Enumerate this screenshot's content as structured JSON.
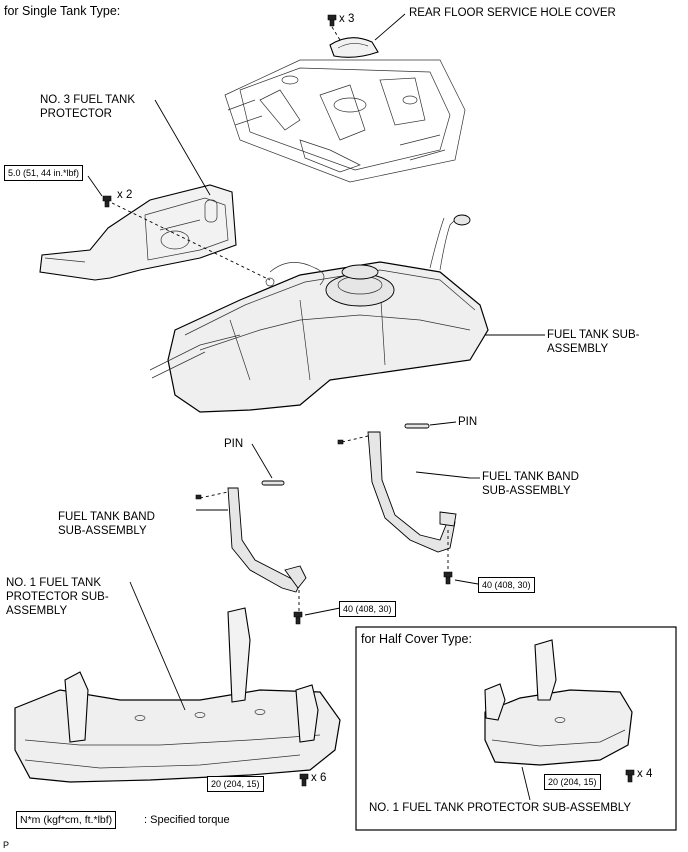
{
  "headings": {
    "single_tank": "for Single Tank Type:",
    "half_cover": "for Half Cover Type:"
  },
  "labels": {
    "rear_floor_cover": "REAR FLOOR SERVICE HOLE COVER",
    "no3_protector_line1": "NO. 3 FUEL TANK",
    "no3_protector_line2": "PROTECTOR",
    "fuel_tank_line1": "FUEL TANK SUB-",
    "fuel_tank_line2": "ASSEMBLY",
    "pin_left": "PIN",
    "pin_right": "PIN",
    "band_left_line1": "FUEL TANK BAND",
    "band_left_line2": "SUB-ASSEMBLY",
    "band_right_line1": "FUEL TANK BAND",
    "band_right_line2": "SUB-ASSEMBLY",
    "no1_protector_line1": "NO. 1 FUEL TANK",
    "no1_protector_line2": "PROTECTOR SUB-",
    "no1_protector_line3": "ASSEMBLY",
    "half_cover_caption": "NO. 1 FUEL TANK PROTECTOR SUB-ASSEMBLY",
    "legend_note": ": Specified torque",
    "corner_mark": "P"
  },
  "quantities": {
    "cover_bolts": "x 3",
    "protector3_bolts": "x 2",
    "protector1_bolts": "x 6",
    "half_cover_bolts": "x 4"
  },
  "torques": {
    "protector3": "5.0 (51, 44 in.*lbf)",
    "band_left": "40 (408, 30)",
    "band_right": "40 (408, 30)",
    "protector1": "20 (204, 15)",
    "half_cover": "20 (204, 15)",
    "legend_unit": "N*m (kgf*cm, ft.*lbf)"
  }
}
